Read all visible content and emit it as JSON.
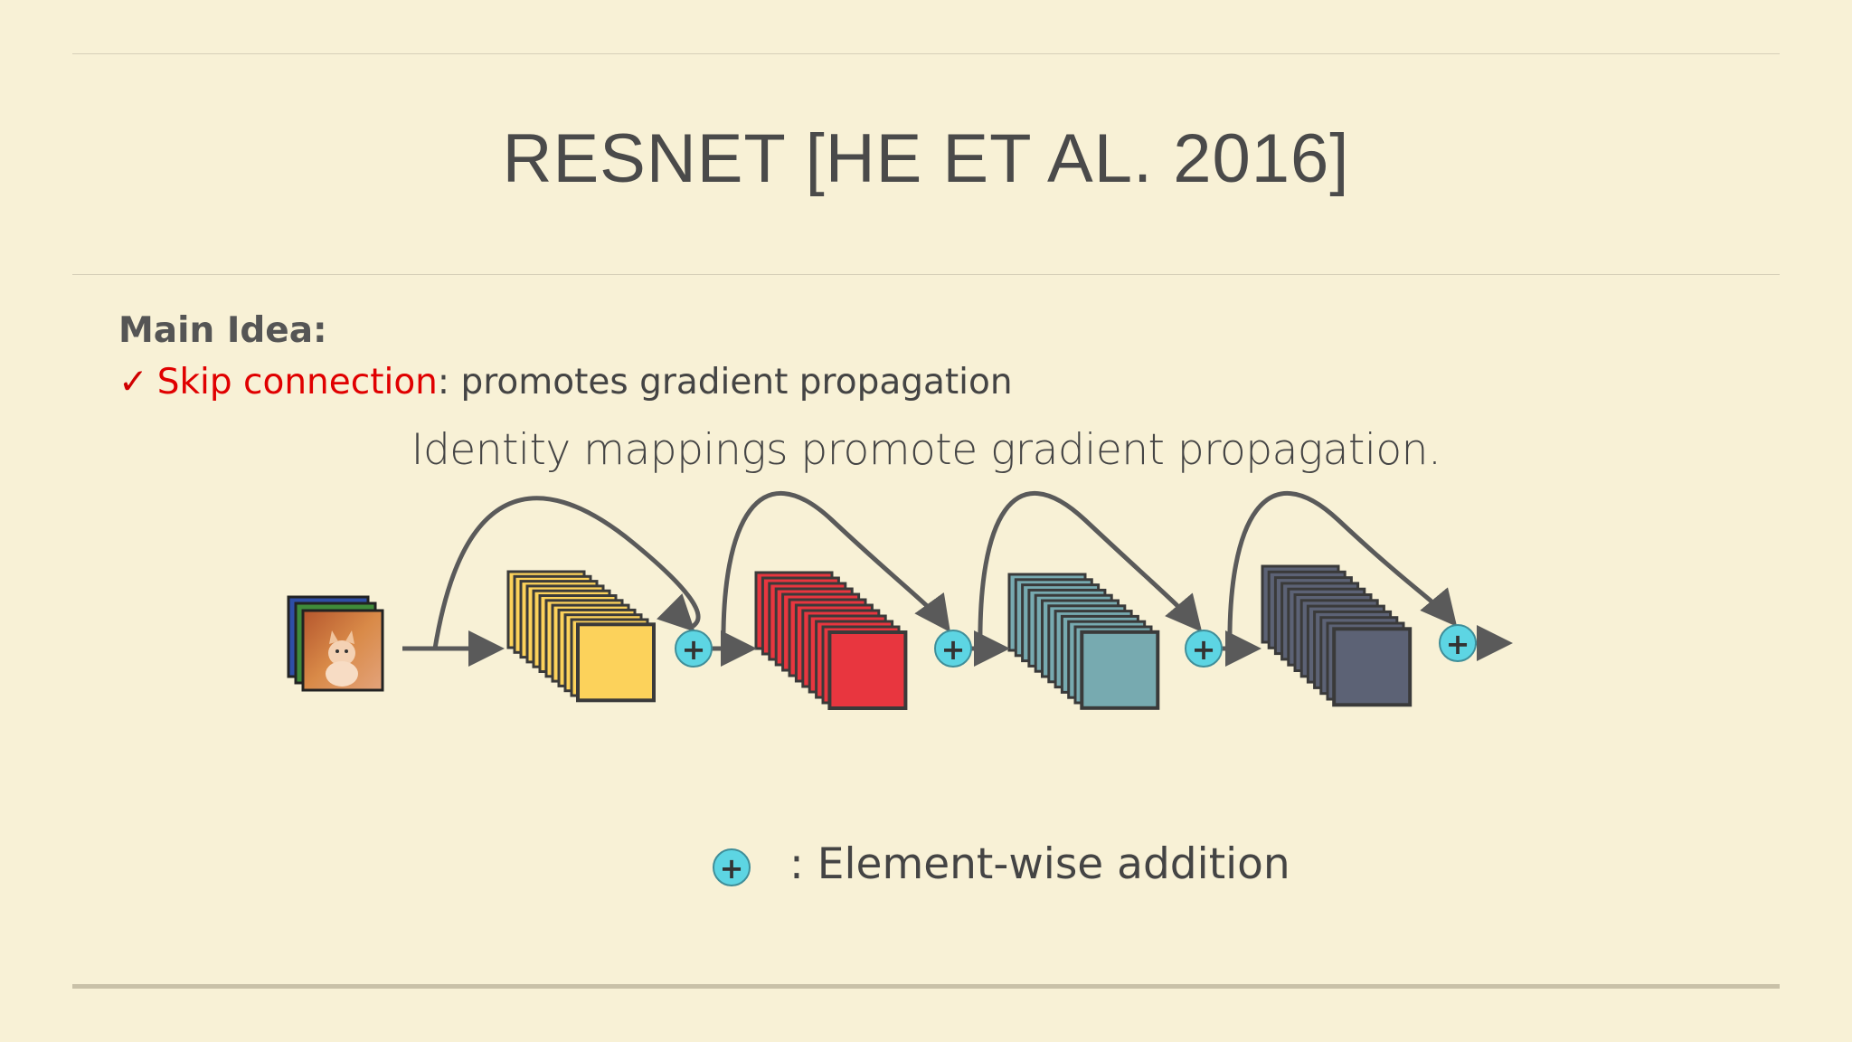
{
  "slide": {
    "title": "RESNET [HE ET AL. 2016]",
    "main_idea_label": "Main Idea:",
    "bullet": {
      "check": "✓",
      "highlight": "Skip connection",
      "rest": ": promotes gradient propagation"
    },
    "subtitle": "Identity mappings promote gradient propagation.",
    "legend": {
      "symbol": "+",
      "text": ": Element-wise addition"
    }
  },
  "diagram": {
    "blocks": [
      {
        "name": "block-yellow",
        "fill": "#fcd25b",
        "stroke": "#3a3a3a"
      },
      {
        "name": "block-red",
        "fill": "#e8363f",
        "stroke": "#3a3a3a"
      },
      {
        "name": "block-teal",
        "fill": "#77aab0",
        "stroke": "#3a3a3a"
      },
      {
        "name": "block-slate",
        "fill": "#5c6275",
        "stroke": "#3a3a3a"
      }
    ],
    "adder_color": "#5dd5e3",
    "arrow_color": "#5a5a5a",
    "input_image": "kitten-photo"
  }
}
